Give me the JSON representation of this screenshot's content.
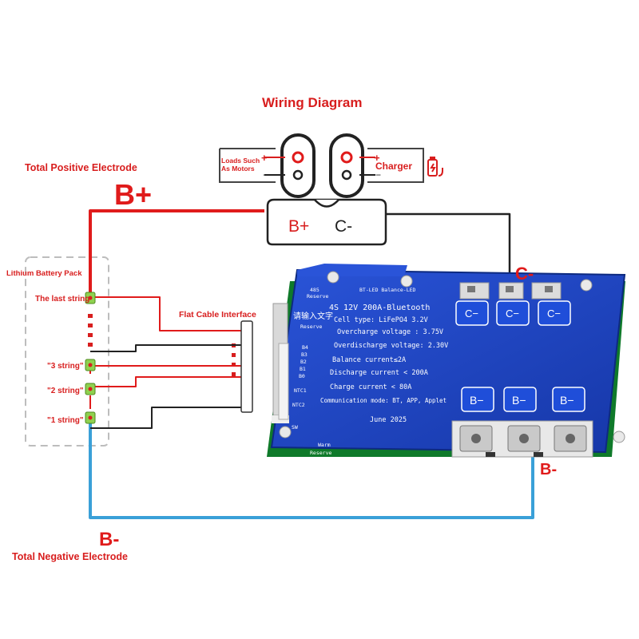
{
  "title": "Wiring Diagram",
  "labels": {
    "total_positive": "Total Positive Electrode",
    "b_plus_big": "B+",
    "total_negative": "Total Negative Electrode",
    "b_minus_big": "B-",
    "c_minus_right": "C-",
    "b_minus_right": "B-",
    "lithium_pack": "Lithium Battery Pack",
    "last_string": "The last string",
    "string_3": "\"3 string\"",
    "string_2": "\"2 string\"",
    "string_1": "\"1 string\"",
    "flat_cable": "Flat Cable Interface",
    "loads": "Loads Such As Motors",
    "charger": "Charger",
    "connector_bplus": "B+",
    "connector_cminus": "C-",
    "plus": "+",
    "minus": "−"
  },
  "board": {
    "spec_title": "4S 12V 200A-Bluetooth",
    "cell_type": "Cell type: LiFePO4 3.2V",
    "overcharge": "Overcharge voltage : 3.75V",
    "overdischarge": "Overdischarge voltage: 2.30V",
    "balance": "Balance current≤2A",
    "discharge": "Discharge current < 200A",
    "charge": "Charge current < 80A",
    "communication": "Communication mode: BT, APP, Applet",
    "date": "June 2025",
    "c_terminals": [
      "C−",
      "C−",
      "C−"
    ],
    "b_terminals": [
      "B−",
      "B−",
      "B−"
    ],
    "pin_labels": [
      "B4",
      "B3",
      "B2",
      "B1",
      "B0"
    ],
    "ntc1": "NTC1",
    "ntc2": "NTC2",
    "sw": "SW",
    "warm": "Warm",
    "reserve": "Reserve",
    "reserve_top": "Reserve",
    "top_485": "485",
    "bt_led": "BT-LED Balance-LED",
    "overlay_text": "请输入文字"
  },
  "colors": {
    "board_blue": "#1f47c8",
    "positive_wire": "#e01b1b",
    "negative_wire": "#3aa0d8",
    "signal_wire": "#222222",
    "led_green": "#8fd14f"
  }
}
